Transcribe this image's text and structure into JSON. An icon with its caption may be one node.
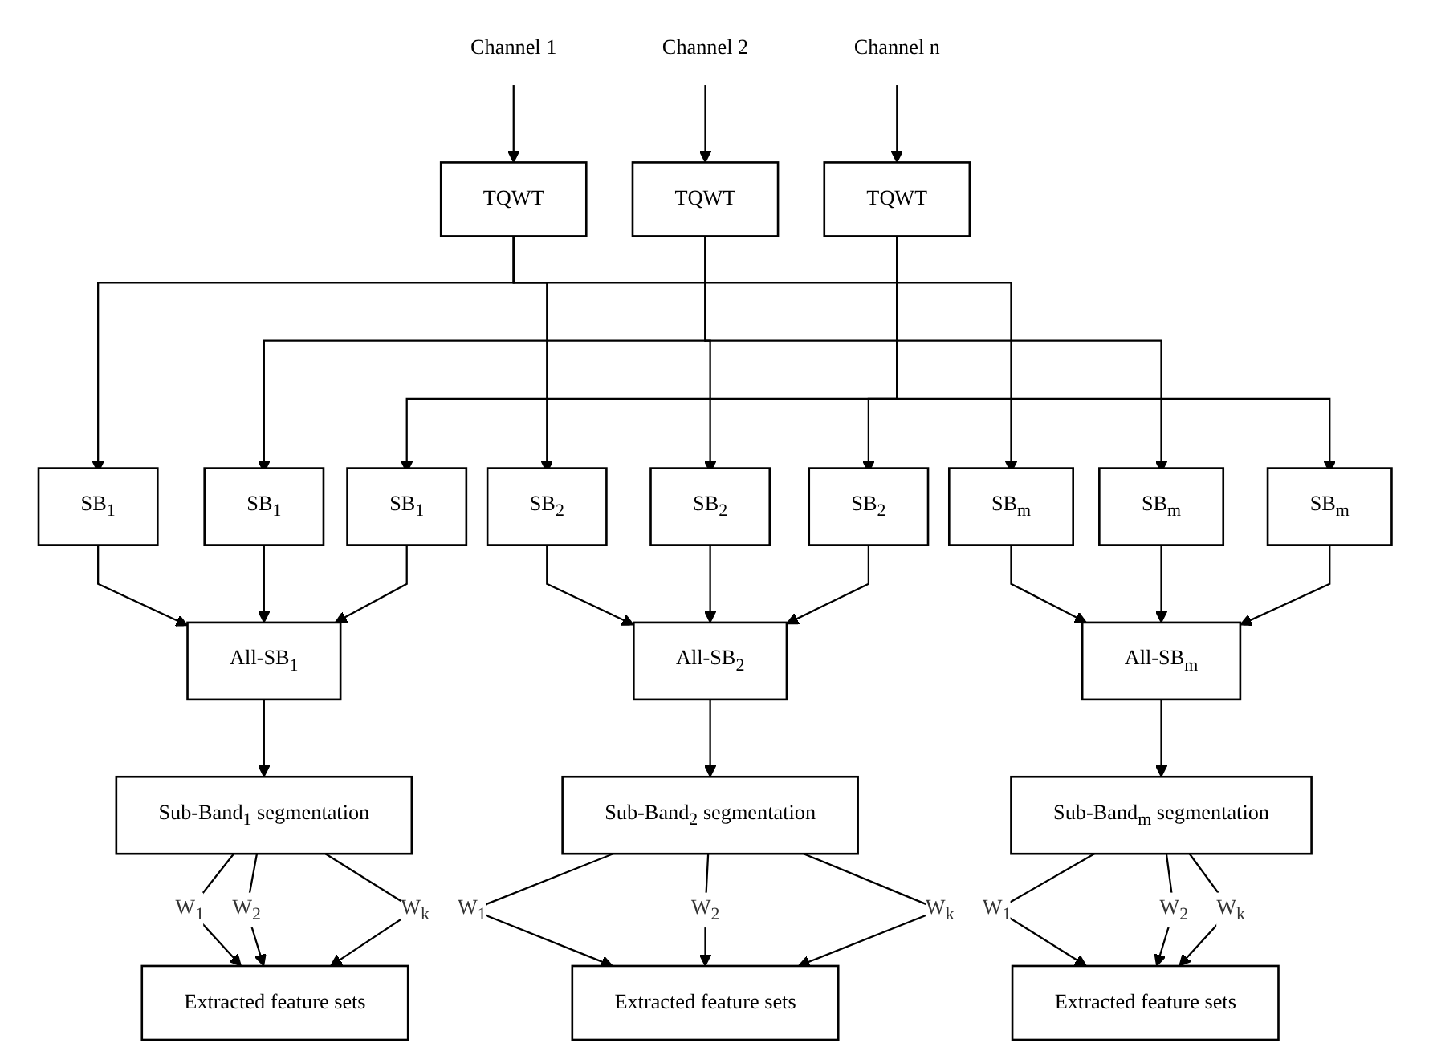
{
  "diagram": {
    "nodes": [
      {
        "text": [
          "Channel 1"
        ]
      },
      {
        "text": [
          "Channel 2"
        ]
      },
      {
        "text": [
          "Channel n"
        ]
      },
      {
        "text": [
          "TQWT"
        ]
      },
      {
        "text": [
          "TQWT"
        ]
      },
      {
        "text": [
          "TQWT"
        ]
      },
      {
        "text": [
          "SB$_{1}$"
        ]
      },
      {
        "text": [
          "SB$_{2}$"
        ]
      },
      {
        "text": [
          "SB$_{m}$"
        ]
      },
      {
        "text": [
          "SB$_{1}$"
        ]
      },
      {
        "text": [
          "SB$_{2}$"
        ]
      },
      {
        "text": [
          "SB$_{m}$"
        ]
      },
      {
        "text": [
          "SB$_{1}$"
        ]
      },
      {
        "text": [
          "SB$_{2}$"
        ]
      },
      {
        "text": [
          "SB$_{m}$"
        ]
      },
      {
        "text": [
          "All-SB$_{1}$"
        ]
      },
      {
        "text": [
          "All-SB$_{2}$"
        ]
      },
      {
        "text": [
          "All-SB$_{m}$"
        ]
      },
      {
        "text": [
          "Sub-Band$_{1}$ segmentation"
        ]
      },
      {
        "text": [
          "Sub-Band$_{2}$ segmentation"
        ]
      },
      {
        "text": [
          "Sub-Band$_{m}$ segmentation"
        ]
      },
      {
        "text": [
          "Extracted feature sets"
        ]
      },
      {
        "text": [
          "Extracted feature sets"
        ]
      },
      {
        "text": [
          "Extracted feature sets"
        ]
      }
    ],
    "edges": [
      {
        "from": 0,
        "to": 3,
        "arrow": "to"
      },
      {
        "from": 1,
        "to": 4,
        "arrow": "to"
      },
      {
        "from": 2,
        "to": 5,
        "arrow": "to"
      },
      {
        "from": 3,
        "to": 6,
        "arrow": "to"
      },
      {
        "from": 3,
        "to": 7,
        "arrow": "to"
      },
      {
        "from": 3,
        "to": 8,
        "arrow": "to"
      },
      {
        "from": 4,
        "to": 9,
        "arrow": "to"
      },
      {
        "from": 4,
        "to": 10,
        "arrow": "to"
      },
      {
        "from": 4,
        "to": 11,
        "arrow": "to"
      },
      {
        "from": 5,
        "to": 12,
        "arrow": "to"
      },
      {
        "from": 5,
        "to": 13,
        "arrow": "to"
      },
      {
        "from": 5,
        "to": 14,
        "arrow": "to"
      },
      {
        "from": 6,
        "to": 15,
        "arrow": "to"
      },
      {
        "from": 7,
        "to": 16,
        "arrow": "to"
      },
      {
        "from": 8,
        "to": 17,
        "arrow": "to"
      },
      {
        "from": 9,
        "to": 15,
        "arrow": "to"
      },
      {
        "from": 10,
        "to": 16,
        "arrow": "to"
      },
      {
        "from": 11,
        "to": 17,
        "arrow": "to"
      },
      {
        "from": 12,
        "to": 15,
        "arrow": "to"
      },
      {
        "from": 13,
        "to": 16,
        "arrow": "to"
      },
      {
        "from": 14,
        "to": 17,
        "arrow": "to"
      },
      {
        "from": 15,
        "to": 18,
        "arrow": "to"
      },
      {
        "from": 16,
        "to": 19,
        "arrow": "to"
      },
      {
        "from": 17,
        "to": 20,
        "arrow": "to"
      },
      {
        "from": 18,
        "to": 21,
        "label": "W$_{1}$",
        "arrow": "to"
      },
      {
        "from": 18,
        "to": 21,
        "label": "W$_{2}$",
        "arrow": "to"
      },
      {
        "from": 18,
        "to": 21,
        "label": "W$_{k}$",
        "arrow": "to"
      },
      {
        "from": 19,
        "to": 22,
        "label": "W$_{1}$",
        "arrow": "to"
      },
      {
        "from": 19,
        "to": 22,
        "label": "W$_{2}$",
        "arrow": "to"
      },
      {
        "from": 19,
        "to": 22,
        "label": "W$_{k}$",
        "arrow": "to"
      },
      {
        "from": 20,
        "to": 23,
        "label": "W$_{1}$",
        "arrow": "to"
      },
      {
        "from": 20,
        "to": 23,
        "label": "W$_{2}$",
        "arrow": "to"
      },
      {
        "from": 20,
        "to": 23,
        "label": "W$_{k}$",
        "arrow": "to"
      }
    ]
  }
}
